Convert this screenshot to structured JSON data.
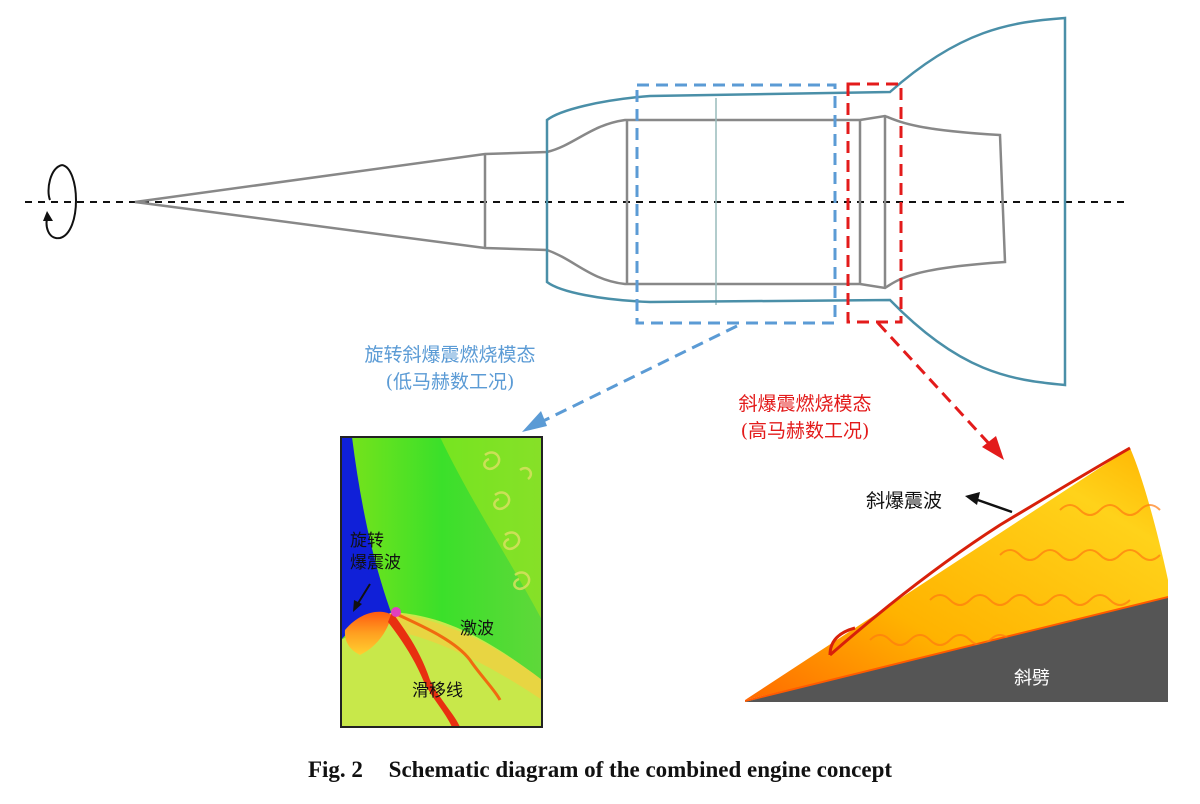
{
  "labels": {
    "rotating_mode_line1": "旋转斜爆震燃烧模态",
    "rotating_mode_line2": "(低马赫数工况)",
    "oblique_mode_line1": "斜爆震燃烧模态",
    "oblique_mode_line2": "(高马赫数工况)",
    "rotating_wave_line1": "旋转",
    "rotating_wave_line2": "爆震波",
    "shock_wave": "激波",
    "slip_line": "滑移线",
    "oblique_wave": "斜爆震波",
    "wedge": "斜劈"
  },
  "caption": {
    "fig": "Fig. 2",
    "title": "Schematic diagram of the combined engine concept"
  },
  "colors": {
    "blue_box": "#5b9bd5",
    "red_box": "#e31b1b",
    "engine_outline": "#4a8fa8",
    "inner_outline": "#808080",
    "wedge_gray": "#555555"
  }
}
